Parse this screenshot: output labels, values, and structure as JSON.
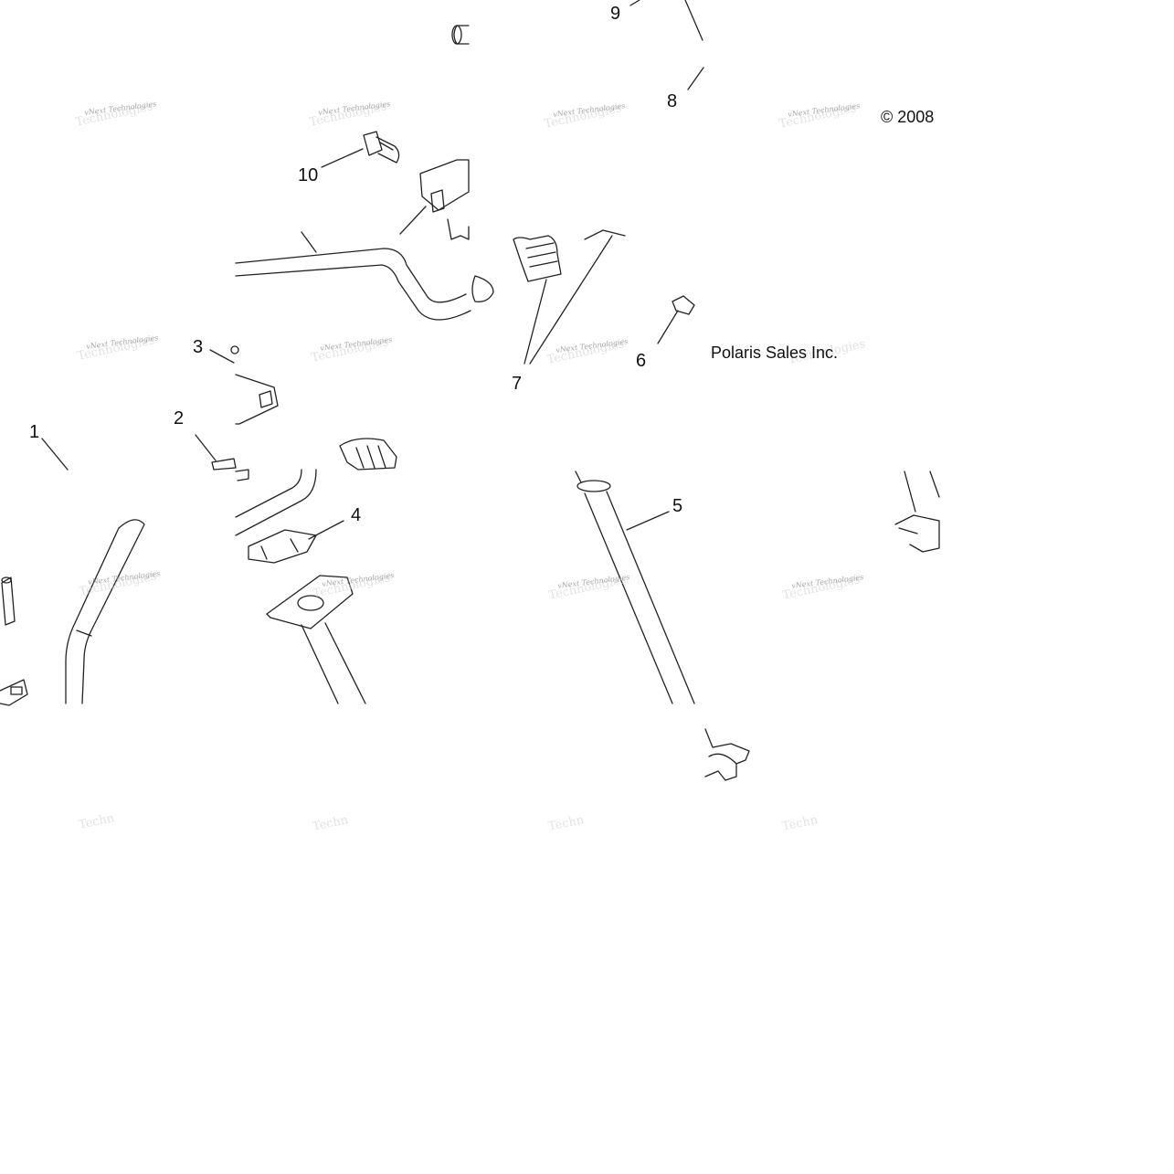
{
  "diagram": {
    "copyright_year": "© 2008",
    "company": "Polaris Sales Inc.",
    "watermark_text": "vNext Technologies",
    "callouts": [
      "1",
      "2",
      "3",
      "4",
      "5",
      "6",
      "7",
      "8",
      "9",
      "10"
    ]
  }
}
